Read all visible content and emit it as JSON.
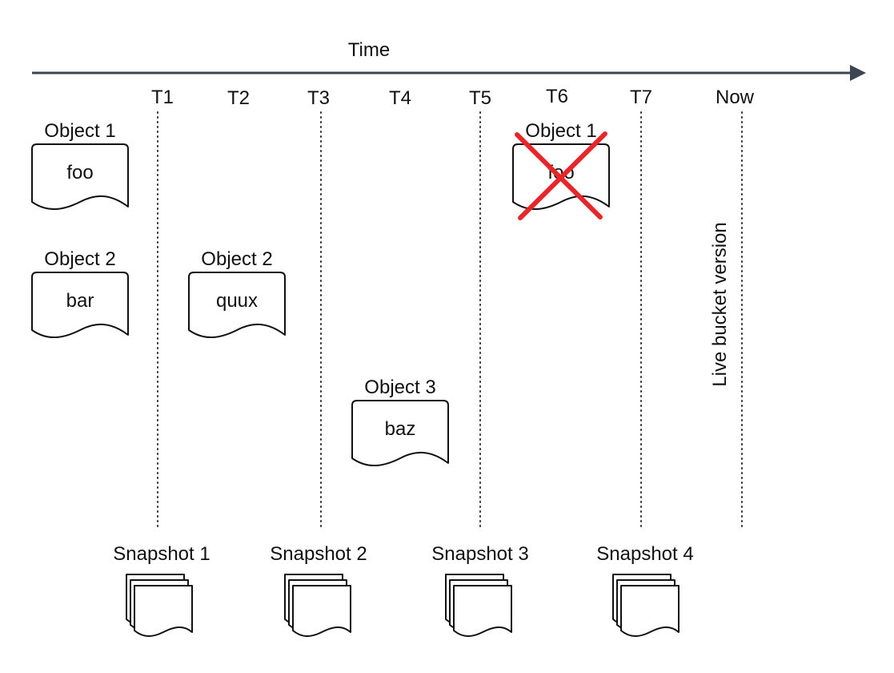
{
  "axis": {
    "label": "Time",
    "color": "#3d4552"
  },
  "ticks": [
    {
      "id": "t1",
      "label": "T1"
    },
    {
      "id": "t2",
      "label": "T2"
    },
    {
      "id": "t3",
      "label": "T3"
    },
    {
      "id": "t4",
      "label": "T4"
    },
    {
      "id": "t5",
      "label": "T5"
    },
    {
      "id": "t6",
      "label": "T6"
    },
    {
      "id": "t7",
      "label": "T7"
    },
    {
      "id": "now",
      "label": "Now"
    }
  ],
  "objects": [
    {
      "id": "object-1-foo",
      "title": "Object 1",
      "content": "foo",
      "deleted": false
    },
    {
      "id": "object-2-bar",
      "title": "Object 2",
      "content": "bar",
      "deleted": false
    },
    {
      "id": "object-2-quux",
      "title": "Object 2",
      "content": "quux",
      "deleted": false
    },
    {
      "id": "object-3-baz",
      "title": "Object 3",
      "content": "baz",
      "deleted": false
    },
    {
      "id": "object-1-foo-deleted",
      "title": "Object 1",
      "content": "foo",
      "deleted": true
    }
  ],
  "live_label": "Live bucket version",
  "snapshots": [
    {
      "id": "snapshot-1",
      "label": "Snapshot 1"
    },
    {
      "id": "snapshot-2",
      "label": "Snapshot 2"
    },
    {
      "id": "snapshot-3",
      "label": "Snapshot 3"
    },
    {
      "id": "snapshot-4",
      "label": "Snapshot 4"
    }
  ],
  "colors": {
    "delete_mark": "#e8262a",
    "stroke": "#111111"
  }
}
